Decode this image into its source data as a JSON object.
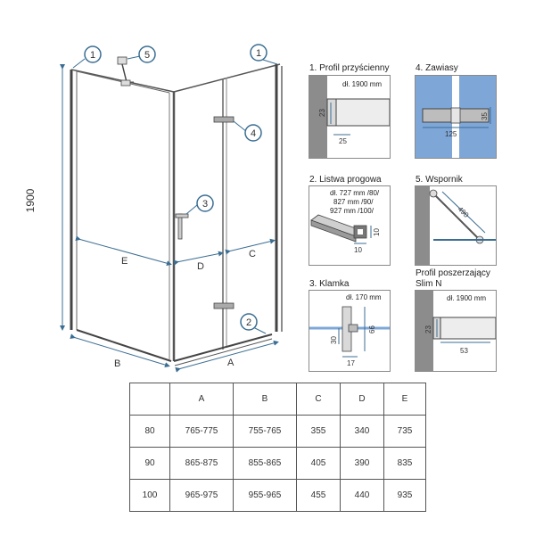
{
  "main": {
    "height_label": "1900",
    "dim_labels": {
      "E": "E",
      "D": "D",
      "C": "C",
      "B": "B",
      "A": "A"
    },
    "callouts": [
      "1",
      "5",
      "1",
      "4",
      "3",
      "2"
    ]
  },
  "panels": [
    {
      "title": "1. Profil przyścienny",
      "notes": [
        "dł. 1900 mm"
      ],
      "dims": [
        "23",
        "25"
      ]
    },
    {
      "title": "4. Zawiasy",
      "notes": [],
      "dims": [
        "125",
        "35"
      ]
    },
    {
      "title": "2. Listwa progowa",
      "notes": [
        "dł. 727 mm /80/",
        "827 mm /90/",
        "927 mm /100/"
      ],
      "dims": [
        "10",
        "10"
      ]
    },
    {
      "title": "5. Wspornik",
      "notes": [],
      "dims": [
        "490"
      ]
    },
    {
      "title": "3. Klamka",
      "notes": [
        "dł. 170 mm"
      ],
      "dims": [
        "30",
        "66",
        "17"
      ]
    },
    {
      "title_lines": [
        "Profil poszerzający",
        "Slim N"
      ],
      "notes": [
        "dł. 1900 mm"
      ],
      "dims": [
        "23",
        "53"
      ]
    }
  ],
  "table": {
    "headers": [
      "",
      "A",
      "B",
      "C",
      "D",
      "E"
    ],
    "rows": [
      [
        "80",
        "765-775",
        "755-765",
        "355",
        "340",
        "735"
      ],
      [
        "90",
        "865-875",
        "855-865",
        "405",
        "390",
        "835"
      ],
      [
        "100",
        "965-975",
        "955-965",
        "455",
        "440",
        "935"
      ]
    ]
  },
  "colors": {
    "accent": "#3b6e93",
    "glass_blue": "#7ea7d8",
    "wall_gray": "#8c8c8c",
    "line": "#444444"
  }
}
